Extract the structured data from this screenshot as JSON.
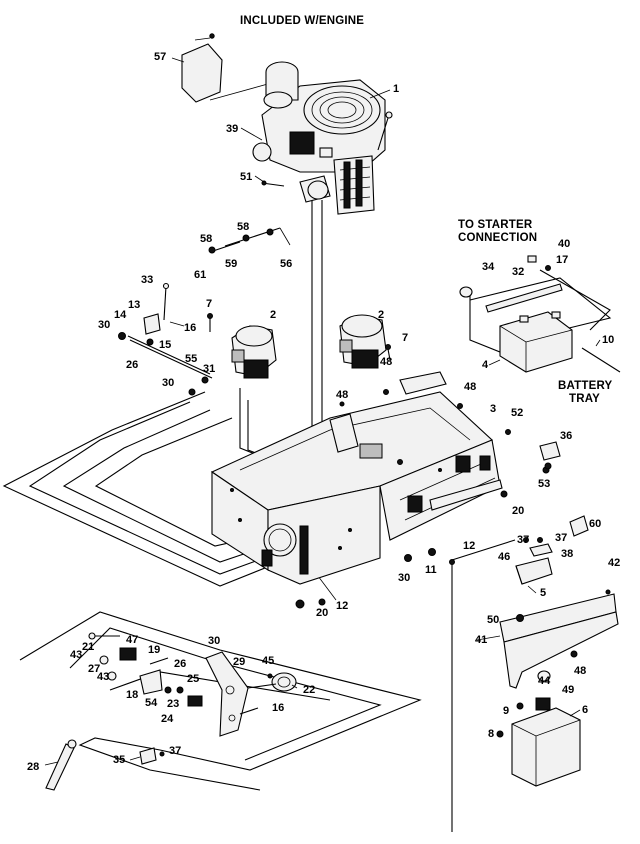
{
  "captions": {
    "included_with_engine": "INCLUDED W/ENGINE",
    "to_starter_line1": "TO STARTER",
    "to_starter_line2": "CONNECTION",
    "battery_line1": "BATTERY",
    "battery_line2": "TRAY"
  },
  "callouts": [
    {
      "id": "c1",
      "text": "1"
    },
    {
      "id": "c2",
      "text": "2"
    },
    {
      "id": "c3",
      "text": "2"
    },
    {
      "id": "c4",
      "text": "3"
    },
    {
      "id": "c5",
      "text": "4"
    },
    {
      "id": "c6",
      "text": "5"
    },
    {
      "id": "c7",
      "text": "6"
    },
    {
      "id": "c8",
      "text": "7"
    },
    {
      "id": "c9",
      "text": "7"
    },
    {
      "id": "c10",
      "text": "8"
    },
    {
      "id": "c11",
      "text": "9"
    },
    {
      "id": "c12",
      "text": "10"
    },
    {
      "id": "c13",
      "text": "11"
    },
    {
      "id": "c14",
      "text": "12"
    },
    {
      "id": "c15",
      "text": "12"
    },
    {
      "id": "c16",
      "text": "13"
    },
    {
      "id": "c17",
      "text": "14"
    },
    {
      "id": "c18",
      "text": "15"
    },
    {
      "id": "c19",
      "text": "16"
    },
    {
      "id": "c20",
      "text": "16"
    },
    {
      "id": "c21",
      "text": "17"
    },
    {
      "id": "c22",
      "text": "18"
    },
    {
      "id": "c23",
      "text": "19"
    },
    {
      "id": "c24",
      "text": "20"
    },
    {
      "id": "c25",
      "text": "20"
    },
    {
      "id": "c26",
      "text": "21"
    },
    {
      "id": "c27",
      "text": "22"
    },
    {
      "id": "c28",
      "text": "23"
    },
    {
      "id": "c29",
      "text": "24"
    },
    {
      "id": "c30",
      "text": "25"
    },
    {
      "id": "c31",
      "text": "26"
    },
    {
      "id": "c32",
      "text": "26"
    },
    {
      "id": "c33",
      "text": "27"
    },
    {
      "id": "c34",
      "text": "28"
    },
    {
      "id": "c35",
      "text": "29"
    },
    {
      "id": "c36",
      "text": "30"
    },
    {
      "id": "c37",
      "text": "30"
    },
    {
      "id": "c38",
      "text": "30"
    },
    {
      "id": "c39",
      "text": "30"
    },
    {
      "id": "c40",
      "text": "31"
    },
    {
      "id": "c41",
      "text": "32"
    },
    {
      "id": "c42",
      "text": "33"
    },
    {
      "id": "c43",
      "text": "34"
    },
    {
      "id": "c44",
      "text": "35"
    },
    {
      "id": "c45",
      "text": "36"
    },
    {
      "id": "c46",
      "text": "37"
    },
    {
      "id": "c47",
      "text": "37"
    },
    {
      "id": "c48",
      "text": "37"
    },
    {
      "id": "c49",
      "text": "38"
    },
    {
      "id": "c50",
      "text": "39"
    },
    {
      "id": "c51",
      "text": "40"
    },
    {
      "id": "c52",
      "text": "41"
    },
    {
      "id": "c53",
      "text": "42"
    },
    {
      "id": "c54",
      "text": "43"
    },
    {
      "id": "c55",
      "text": "43"
    },
    {
      "id": "c56",
      "text": "44"
    },
    {
      "id": "c57",
      "text": "45"
    },
    {
      "id": "c58",
      "text": "46"
    },
    {
      "id": "c59",
      "text": "47"
    },
    {
      "id": "c60",
      "text": "48"
    },
    {
      "id": "c61",
      "text": "48"
    },
    {
      "id": "c62",
      "text": "48"
    },
    {
      "id": "c63",
      "text": "48"
    },
    {
      "id": "c64",
      "text": "49"
    },
    {
      "id": "c65",
      "text": "50"
    },
    {
      "id": "c66",
      "text": "51"
    },
    {
      "id": "c67",
      "text": "52"
    },
    {
      "id": "c68",
      "text": "53"
    },
    {
      "id": "c69",
      "text": "54"
    },
    {
      "id": "c70",
      "text": "55"
    },
    {
      "id": "c71",
      "text": "56"
    },
    {
      "id": "c72",
      "text": "57"
    },
    {
      "id": "c73",
      "text": "58"
    },
    {
      "id": "c74",
      "text": "58"
    },
    {
      "id": "c75",
      "text": "59"
    },
    {
      "id": "c76",
      "text": "60"
    },
    {
      "id": "c77",
      "text": "61"
    }
  ]
}
